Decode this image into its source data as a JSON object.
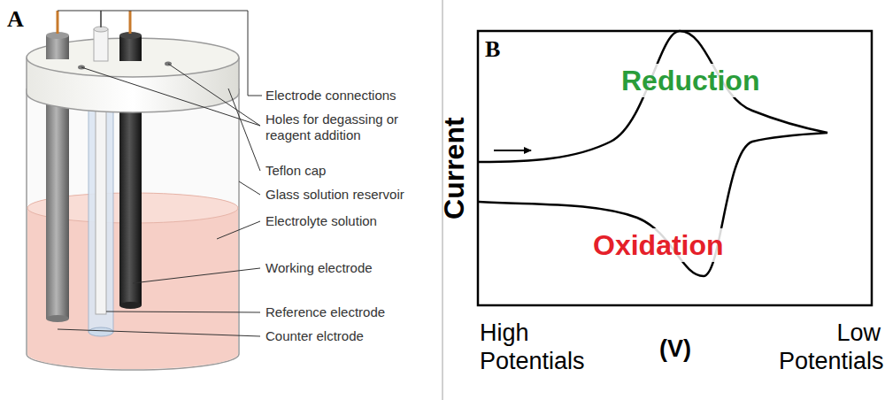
{
  "diagram": {
    "labels": [
      "A",
      "Electrode connections",
      "Holes for degassing or reagent addition",
      "Teflon cap",
      "Glass solution reservoir",
      "Electrolyte solution",
      "Working electrode",
      "Reference electrode",
      "Counter elctrode",
      "B",
      "Reduction",
      "Oxidation",
      "Current",
      "High Potentials",
      "(V)",
      "Low Potentials"
    ]
  }
}
